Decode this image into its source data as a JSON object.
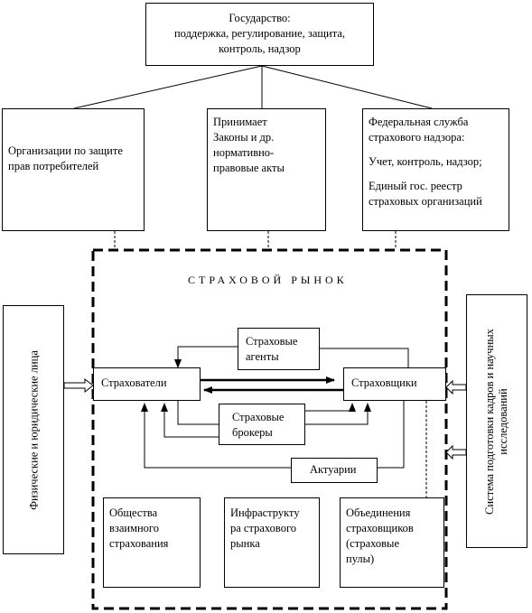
{
  "state": {
    "title": "Государство:",
    "functions_line1": "поддержка, регулирование, защита,",
    "functions_line2": "контроль, надзор"
  },
  "consumer_protection": {
    "line1": "Организации по защите",
    "line2": "прав потребителей"
  },
  "laws": {
    "line1": "Принимает",
    "line2": "Законы и др.",
    "line3": "нормативно-",
    "line4": "правовые акты"
  },
  "supervision": {
    "line1": "Федеральная служба",
    "line2": "страхового надзора:",
    "line3": "Учет, контроль, надзор;",
    "line4": "Единый гос. реестр",
    "line5": "страховых организаций"
  },
  "market": {
    "title": "СТРАХОВОЙ РЫНОК",
    "policyholders": "Страхователи",
    "insurers": "Страховщики",
    "agents_line1": "Страховые",
    "agents_line2": "агенты",
    "brokers_line1": "Страховые",
    "brokers_line2": "брокеры",
    "actuaries": "Актуарии",
    "mutual": [
      "Общества",
      "взаимного",
      "страхования"
    ],
    "infrastructure": [
      "Инфраструкту",
      "ра страхового",
      "рынка"
    ],
    "pools": [
      "Объединения",
      "страховщиков",
      "(страховые",
      "пулы)"
    ]
  },
  "left_side": {
    "label": "Физические и юридические лица"
  },
  "right_side": {
    "line1": "Система подготовки кадров и научных",
    "line2": "исследований"
  }
}
